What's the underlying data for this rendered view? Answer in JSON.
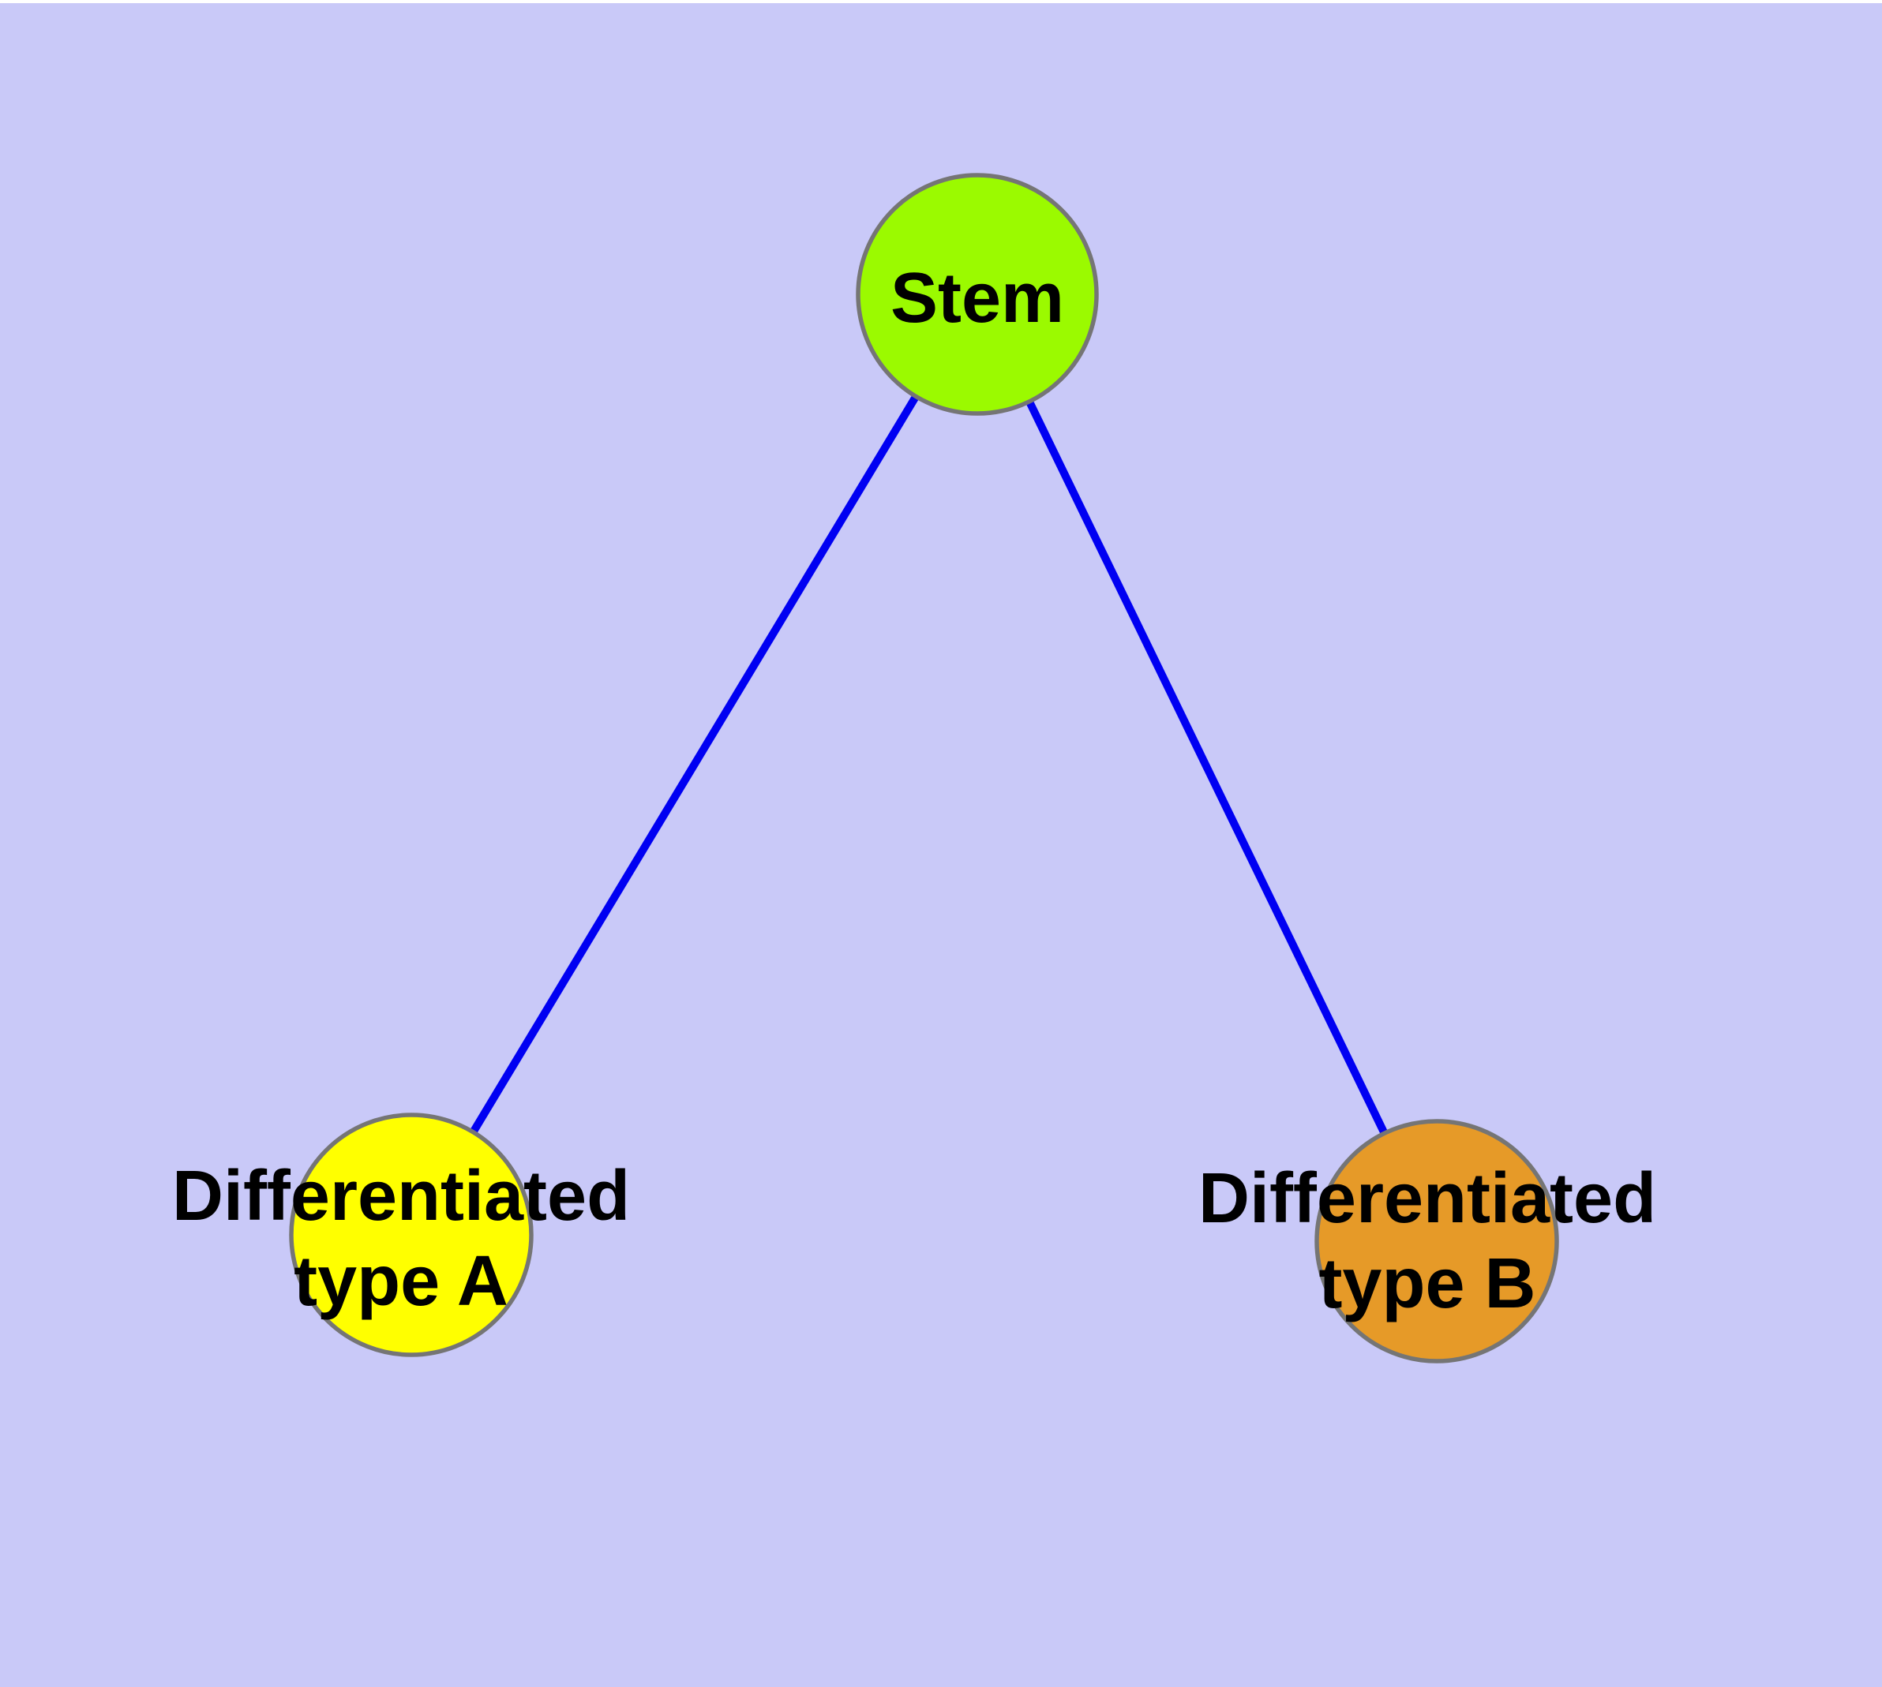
{
  "background_color": "#C9C9F8",
  "top_margin_color": "#FFFFFF",
  "diagram": {
    "type": "node-link-graph",
    "title": "",
    "nodes": [
      {
        "id": "stem",
        "label_lines": [
          "Stem"
        ],
        "fill": "#9BFA00",
        "border_color": "#757575"
      },
      {
        "id": "differentiated-type-a",
        "label_lines": [
          "Differentiated",
          "type A"
        ],
        "fill": "#FFFF00",
        "border_color": "#757575"
      },
      {
        "id": "differentiated-type-b",
        "label_lines": [
          "Differentiated",
          "type B"
        ],
        "fill": "#E69A28",
        "border_color": "#757575"
      }
    ],
    "edges": [
      {
        "from": "stem",
        "to": "differentiated-type-a",
        "color": "#0000F2"
      },
      {
        "from": "stem",
        "to": "differentiated-type-b",
        "color": "#0000F2"
      }
    ],
    "text_color": "#000000"
  }
}
